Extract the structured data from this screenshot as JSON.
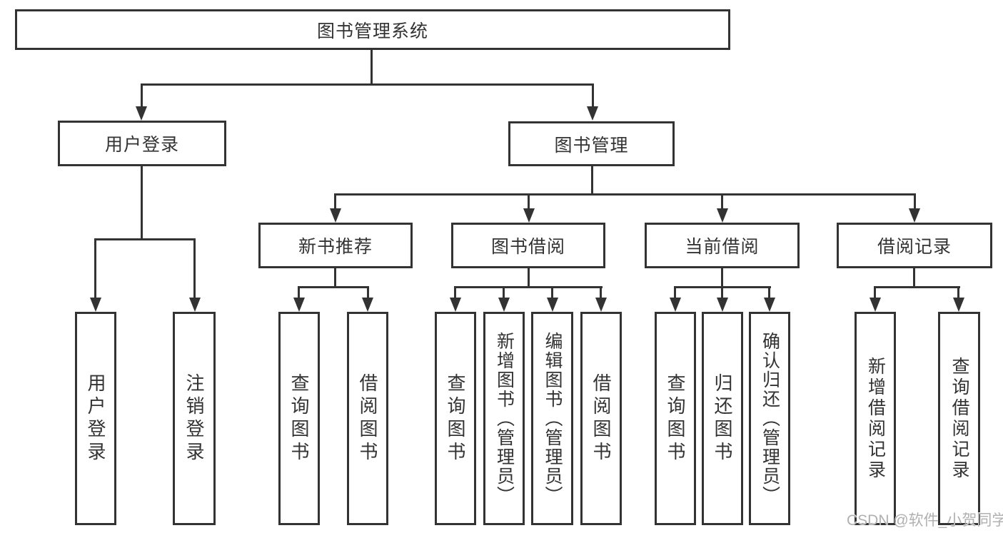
{
  "page": {
    "background": "#ffffff"
  },
  "colors": {
    "line": "#333333",
    "box_border": "#333333",
    "text": "#333333",
    "watermark": "#b0b0b0"
  },
  "watermark": {
    "text": "CSDN @软件_小贺同学"
  },
  "tree": {
    "root": {
      "label": "图书管理系统"
    },
    "branches": [
      {
        "label": "用户登录",
        "children": [
          {
            "label": "用户登录"
          },
          {
            "label": "注销登录"
          }
        ]
      },
      {
        "label": "图书管理",
        "children": [
          {
            "label": "新书推荐",
            "children": [
              {
                "label": "查询图书"
              },
              {
                "label": "借阅图书"
              }
            ]
          },
          {
            "label": "图书借阅",
            "children": [
              {
                "label": "查询图书"
              },
              {
                "label": "新增图书（管理员）"
              },
              {
                "label": "编辑图书（管理员）"
              },
              {
                "label": "借阅图书"
              }
            ]
          },
          {
            "label": "当前借阅",
            "children": [
              {
                "label": "查询图书"
              },
              {
                "label": "归还图书"
              },
              {
                "label": "确认归还（管理员）"
              }
            ]
          },
          {
            "label": "借阅记录",
            "children": [
              {
                "label": "新增借阅记录"
              },
              {
                "label": "查询借阅记录"
              }
            ]
          }
        ]
      }
    ]
  }
}
